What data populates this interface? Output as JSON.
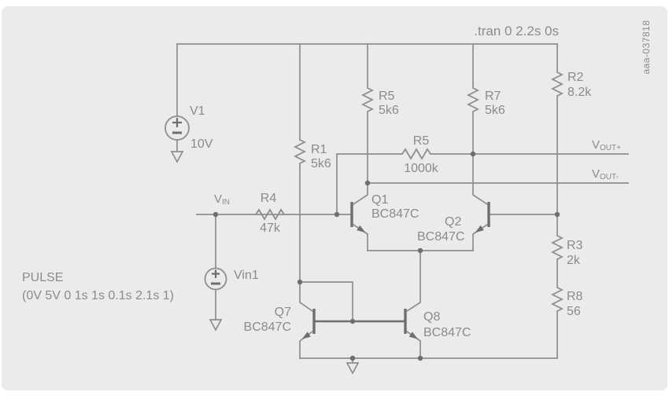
{
  "colors": {
    "panel_bg": "#ebebeb",
    "wire": "#8e8e8e",
    "component_dark": "#6e6e6e",
    "text": "#8b8b8b"
  },
  "annotations": {
    "spice_directive": ".tran 0 2.2s 0s",
    "doc_id": "aaa-037818",
    "pulse_title": "PULSE",
    "pulse_params": "(0V 5V 0 1s 1s 0.1s 2.1s 1)"
  },
  "sources": {
    "v1": {
      "ref": "V1",
      "value": "10V"
    },
    "vin1": {
      "ref": "Vin1"
    }
  },
  "resistors": {
    "r1": {
      "ref": "R1",
      "value": "5k6"
    },
    "r5_load": {
      "ref": "R5",
      "value": "5k6"
    },
    "r7": {
      "ref": "R7",
      "value": "5k6"
    },
    "r2": {
      "ref": "R2",
      "value": "8.2k"
    },
    "r5_fb": {
      "ref": "R5",
      "value": "1000k"
    },
    "r4": {
      "ref": "R4",
      "value": "47k"
    },
    "r3": {
      "ref": "R3",
      "value": "2k"
    },
    "r8": {
      "ref": "R8",
      "value": "56"
    }
  },
  "transistors": {
    "q1": {
      "ref": "Q1",
      "part": "BC847C"
    },
    "q2": {
      "ref": "Q2",
      "part": "BC847C"
    },
    "q7": {
      "ref": "Q7",
      "part": "BC847C"
    },
    "q8": {
      "ref": "Q8",
      "part": "BC847C"
    }
  },
  "nets": {
    "vin": {
      "name": "V",
      "sub": "IN"
    },
    "vout_plus": {
      "name": "V",
      "sub": "OUT+"
    },
    "vout_minus": {
      "name": "V",
      "sub": "OUT-"
    }
  }
}
